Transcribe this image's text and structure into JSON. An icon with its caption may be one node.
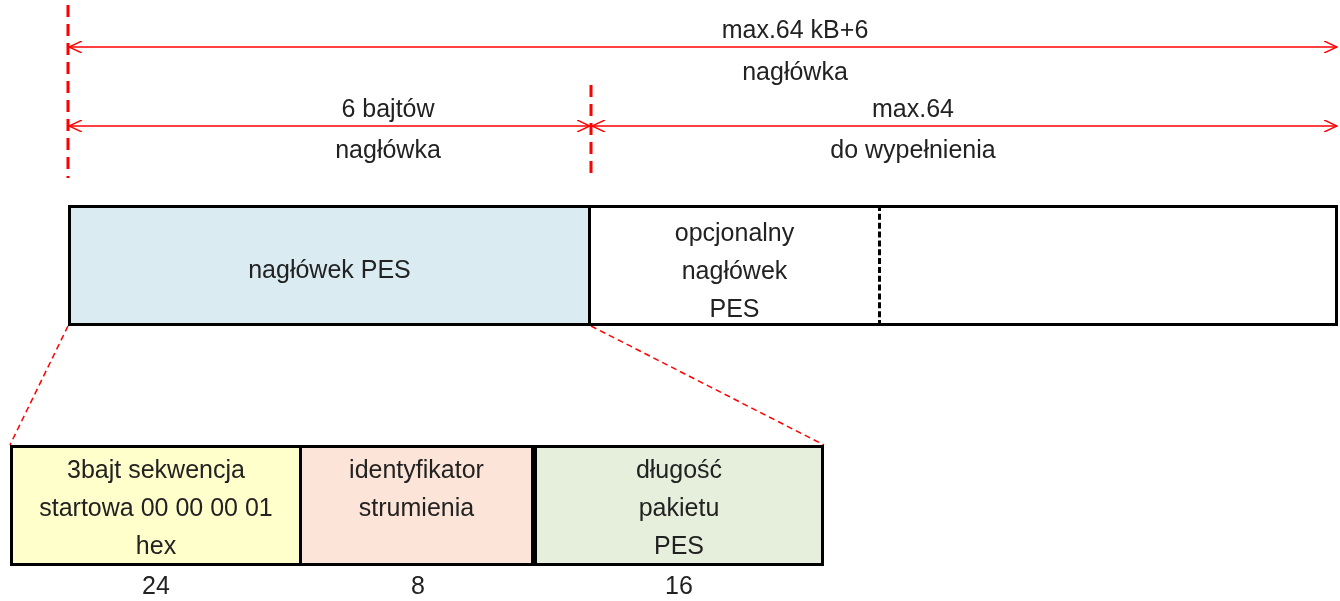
{
  "diagram": {
    "nodes": [
      {
        "text": [
          "nagłówek PES"
        ]
      },
      {
        "text": [
          "opcjonalny nagłówek PES"
        ]
      },
      {
        "text": [],
        "shape": "box"
      },
      {
        "text": [
          "3bajt sekwencja startowa 00 00 00 01 hex"
        ],
        "beside": [
          "24"
        ]
      },
      {
        "text": [
          "identyfikator strumienia"
        ],
        "beside": [
          "8"
        ]
      },
      {
        "text": [
          "długość pakietu PES"
        ],
        "beside": [
          "16"
        ]
      }
    ],
    "edges": [
      {
        "from": 0,
        "to": 3,
        "arrow": "none",
        "style": "dashed",
        "color": "#ff0000"
      },
      {
        "from": 0,
        "to": 5,
        "arrow": "none",
        "style": "dashed",
        "color": "#ff0000"
      }
    ],
    "labels": [
      "max.64 kB+6",
      "nagłówka",
      "6 bajtów",
      "max.64",
      "nagłówka",
      "do wypełnienia"
    ]
  }
}
